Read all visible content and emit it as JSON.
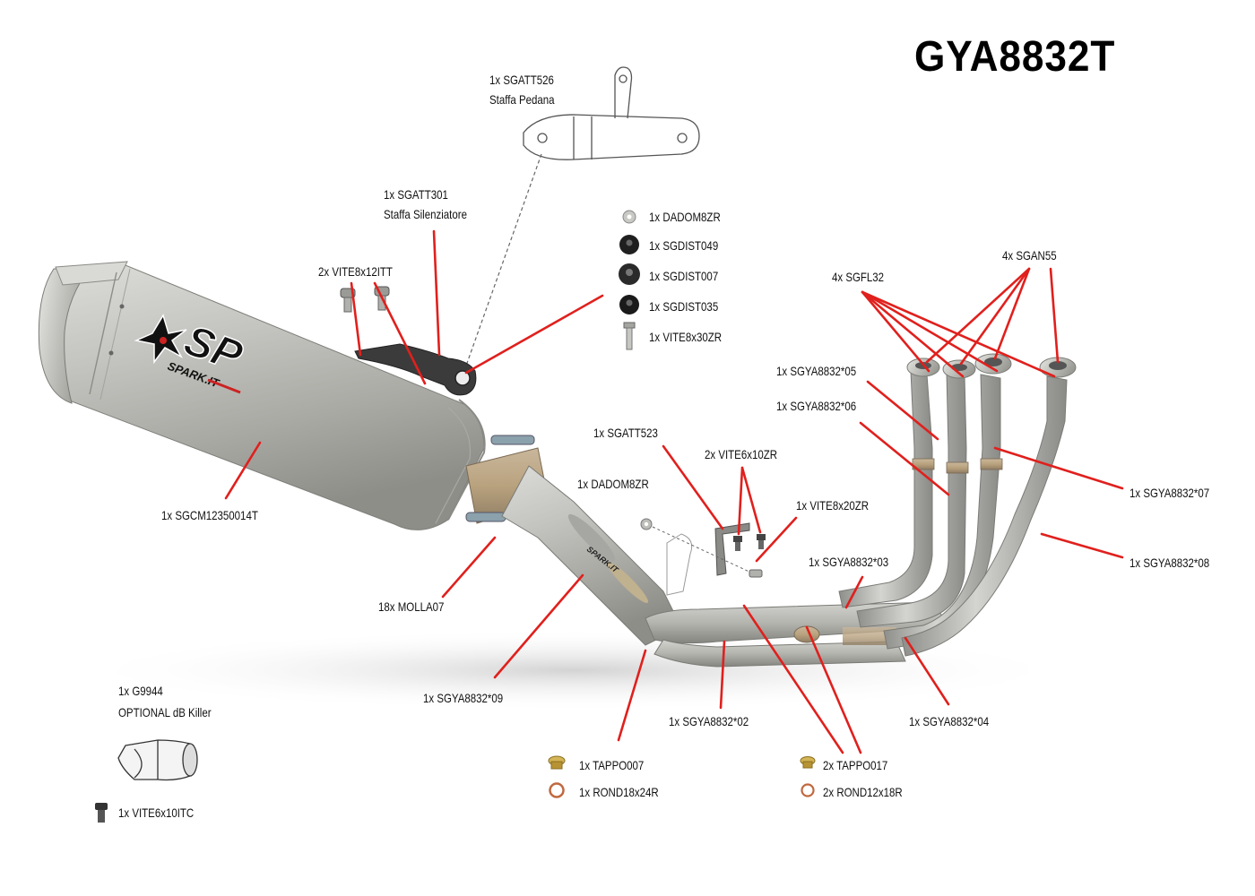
{
  "title": "GYA8832T",
  "brand": {
    "logo_letters": "SP",
    "logo_text": "SPARK.IT",
    "mid_pipe_text": "SPARK.IT"
  },
  "colors": {
    "leader": "#e0201d",
    "steel": "#b8b8b4",
    "steel_dark": "#7d7d78",
    "title": "#000000",
    "brass": "#c9a441",
    "copper": "#c0683f",
    "bracket": "#3a3a3a"
  },
  "labels": {
    "sgatt526_code": "1x SGATT526",
    "sgatt526_name": "Staffa Pedana",
    "sgatt301_code": "1x SGATT301",
    "sgatt301_name": "Staffa Silenziatore",
    "vite8x12itt": "2x VITE8x12ITT",
    "dadom8zr_top": "1x DADOM8ZR",
    "sgdist049": "1x SGDIST049",
    "sgdist007": "1x SGDIST007",
    "sgdist035": "1x SGDIST035",
    "vite8x30zr": "1x VITE8x30ZR",
    "sgfl32": "4x SGFL32",
    "sgan55": "4x SGAN55",
    "sgya8832_05": "1x SGYA8832*05",
    "sgya8832_06": "1x SGYA8832*06",
    "sgya8832_07": "1x SGYA8832*07",
    "sgya8832_08": "1x SGYA8832*08",
    "sgatt523": "1x SGATT523",
    "vite6x10zr": "2x VITE6x10ZR",
    "dadom8zr_mid": "1x DADOM8ZR",
    "vite8x20zr": "1x VITE8x20ZR",
    "sgya8832_03": "1x SGYA8832*03",
    "sgcm": "1x SGCM12350014T",
    "molla07": "18x MOLLA07",
    "sgya8832_09": "1x SGYA8832*09",
    "sgya8832_02": "1x SGYA8832*02",
    "sgya8832_04": "1x SGYA8832*04",
    "g9944_code": "1x G9944",
    "g9944_name": "OPTIONAL dB Killer",
    "vite6x10itc": "1x VITE6x10ITC",
    "tappo007": "1x TAPPO007",
    "rond18x24r": "1x ROND18x24R",
    "tappo017": "2x TAPPO017",
    "rond12x18r": "2x ROND12x18R"
  },
  "icons": [
    "nut-icon",
    "spacer-icon",
    "bolt-icon",
    "screw-icon",
    "plug-icon",
    "washer-icon",
    "bracket-icon",
    "db-killer-icon"
  ]
}
